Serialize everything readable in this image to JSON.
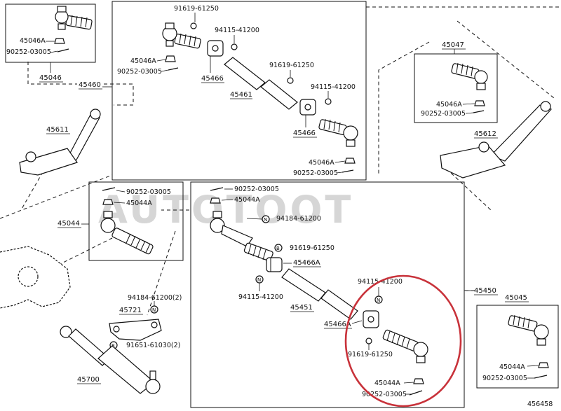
{
  "watermark": "AUTOTOOT",
  "diagram_id": "456458",
  "colors": {
    "highlight_circle": "#c8323a",
    "line": "#111111",
    "watermark": "#d6d6d6"
  },
  "labels": {
    "p45046_top": "45046",
    "p45046a_tl": "45046A",
    "p90252_tl": "90252-03005",
    "p91619_t1": "91619-61250",
    "p94115_t1": "94115-41200",
    "p45046a_t2": "45046A",
    "p90252_t2": "90252-03005",
    "p45466_t1": "45466",
    "p45460": "45460",
    "p45461": "45461",
    "p91619_t2": "91619-61250",
    "p94115_t2": "94115-41200",
    "p45466_t2": "45466",
    "p45046a_t3": "45046A",
    "p90252_t3": "90252-03005",
    "p45611": "45611",
    "p45047": "45047",
    "p45046a_r": "45046A",
    "p90252_r": "90252-03005",
    "p45612": "45612",
    "p90252_l": "90252-03005",
    "p45044a_l": "45044A",
    "p45044": "45044",
    "p90252_m": "90252-03005",
    "p45044a_m": "45044A",
    "p94184_m": "94184-61200",
    "p91619_m": "91619-61250",
    "p45466a_m": "45466A",
    "p94115_m1": "94115-41200",
    "p94115_m2": "94115-41200",
    "p45451": "45451",
    "p45466a_m2": "45466A",
    "p45450": "45450",
    "p91619_m2": "91619-61250",
    "p45044a_b": "45044A",
    "p90252_b": "90252-03005",
    "p94184_l": "94184-61200(2)",
    "p45721": "45721",
    "p91651": "91651-61030(2)",
    "p45700": "45700",
    "p45045": "45045",
    "p45044a_rb": "45044A",
    "p90252_rb": "90252-03005"
  },
  "markers": {
    "b": "B",
    "n": "N"
  }
}
